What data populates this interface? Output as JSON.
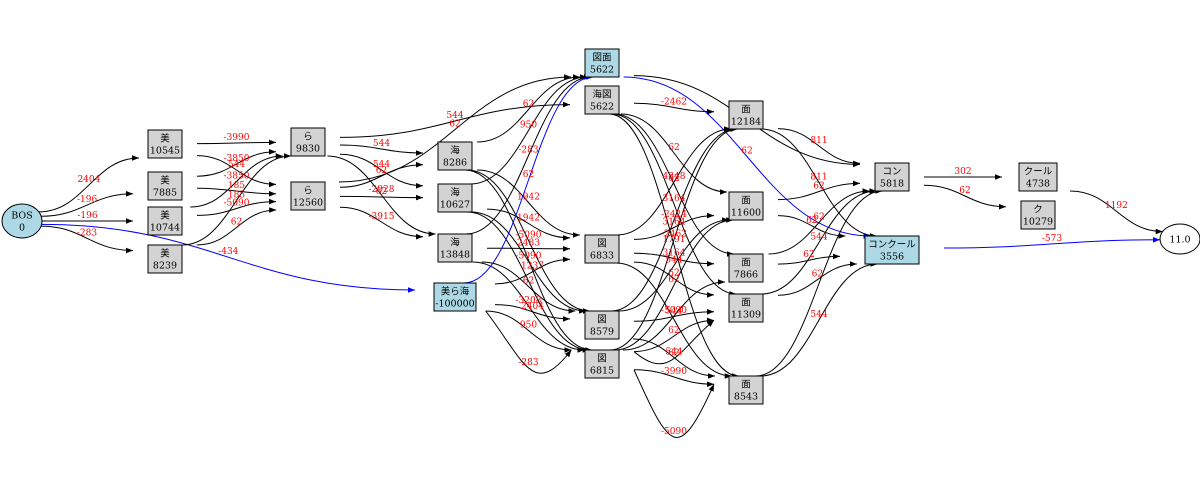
{
  "colors": {
    "box_fill": "#d3d3d3",
    "highlight_fill": "#add8e6",
    "edge": "#000000",
    "best_path": "#0000ff",
    "label": "#ff0000"
  },
  "nodes": [
    {
      "id": "bos",
      "line1": "BOS",
      "line2": "0",
      "shape": "ellipse",
      "highlight": true
    },
    {
      "id": "m1",
      "line1": "美",
      "line2": "10545",
      "shape": "box",
      "highlight": false
    },
    {
      "id": "m2",
      "line1": "美",
      "line2": "7885",
      "shape": "box",
      "highlight": false
    },
    {
      "id": "m3",
      "line1": "美",
      "line2": "10744",
      "shape": "box",
      "highlight": false
    },
    {
      "id": "m4",
      "line1": "美",
      "line2": "8239",
      "shape": "box",
      "highlight": false
    },
    {
      "id": "r1",
      "line1": "ら",
      "line2": "9830",
      "shape": "box",
      "highlight": false
    },
    {
      "id": "r2",
      "line1": "ら",
      "line2": "12560",
      "shape": "box",
      "highlight": false
    },
    {
      "id": "u1",
      "line1": "海",
      "line2": "8286",
      "shape": "box",
      "highlight": false
    },
    {
      "id": "u2",
      "line1": "海",
      "line2": "10627",
      "shape": "box",
      "highlight": false
    },
    {
      "id": "u3",
      "line1": "海",
      "line2": "13848",
      "shape": "box",
      "highlight": false
    },
    {
      "id": "mru",
      "line1": "美ら海",
      "line2": "-100000",
      "shape": "box",
      "highlight": true
    },
    {
      "id": "zm1",
      "line1": "図面",
      "line2": "5622",
      "shape": "box",
      "highlight": true
    },
    {
      "id": "kz",
      "line1": "海図",
      "line2": "5622",
      "shape": "box",
      "highlight": false
    },
    {
      "id": "z1",
      "line1": "図",
      "line2": "6833",
      "shape": "box",
      "highlight": false
    },
    {
      "id": "z2",
      "line1": "図",
      "line2": "8579",
      "shape": "box",
      "highlight": false
    },
    {
      "id": "z3",
      "line1": "図",
      "line2": "6815",
      "shape": "box",
      "highlight": false
    },
    {
      "id": "f1",
      "line1": "面",
      "line2": "12184",
      "shape": "box",
      "highlight": false
    },
    {
      "id": "f2",
      "line1": "面",
      "line2": "11600",
      "shape": "box",
      "highlight": false
    },
    {
      "id": "f3",
      "line1": "面",
      "line2": "7866",
      "shape": "box",
      "highlight": false
    },
    {
      "id": "f4",
      "line1": "面",
      "line2": "11309",
      "shape": "box",
      "highlight": false
    },
    {
      "id": "f5",
      "line1": "面",
      "line2": "8543",
      "shape": "box",
      "highlight": false
    },
    {
      "id": "kon",
      "line1": "コン",
      "line2": "5818",
      "shape": "box",
      "highlight": false
    },
    {
      "id": "kk",
      "line1": "コンクール",
      "line2": "3556",
      "shape": "box",
      "highlight": true
    },
    {
      "id": "kul",
      "line1": "クール",
      "line2": "4738",
      "shape": "box",
      "highlight": false
    },
    {
      "id": "ku",
      "line1": "ク",
      "line2": "10279",
      "shape": "box",
      "highlight": false
    },
    {
      "id": "eos",
      "line1": "11.0",
      "line2": "",
      "shape": "ellipse",
      "highlight": false
    }
  ],
  "edges": [
    {
      "from": "bos",
      "to": "m1",
      "label": "2404"
    },
    {
      "from": "bos",
      "to": "m2",
      "label": "-196"
    },
    {
      "from": "bos",
      "to": "m3",
      "label": "-196"
    },
    {
      "from": "bos",
      "to": "m4",
      "label": "-283"
    },
    {
      "from": "bos",
      "to": "mru",
      "label": "-434",
      "best": true
    },
    {
      "from": "m1",
      "to": "r1",
      "label": "-3990"
    },
    {
      "from": "m1",
      "to": "r2",
      "label": "544"
    },
    {
      "from": "m2",
      "to": "r1",
      "label": "-3850"
    },
    {
      "from": "m2",
      "to": "r2",
      "label": "185"
    },
    {
      "from": "m3",
      "to": "r1",
      "label": "-3850"
    },
    {
      "from": "m3",
      "to": "r2",
      "label": "-5090"
    },
    {
      "from": "m4",
      "to": "r1",
      "label": "185"
    },
    {
      "from": "m4",
      "to": "r2",
      "label": "62"
    },
    {
      "from": "r1",
      "to": "u1",
      "label": "544"
    },
    {
      "from": "r1",
      "to": "u2",
      "label": "544"
    },
    {
      "from": "r1",
      "to": "u3",
      "label": "-2928"
    },
    {
      "from": "r1",
      "to": "kz",
      "label": "544"
    },
    {
      "from": "r2",
      "to": "u1",
      "label": "62"
    },
    {
      "from": "r2",
      "to": "u2",
      "label": "62"
    },
    {
      "from": "r2",
      "to": "u3",
      "label": "-3915"
    },
    {
      "from": "r2",
      "to": "zm1",
      "label": "62"
    },
    {
      "from": "u1",
      "to": "zm1",
      "label": "62"
    },
    {
      "from": "u1",
      "to": "z1",
      "label": "1942"
    },
    {
      "from": "u1",
      "to": "z2",
      "label": "-5090"
    },
    {
      "from": "u1",
      "to": "z3",
      "label": ""
    },
    {
      "from": "u2",
      "to": "zm1",
      "label": "950"
    },
    {
      "from": "u2",
      "to": "z1",
      "label": "1942"
    },
    {
      "from": "u2",
      "to": "z2",
      "label": "-5090"
    },
    {
      "from": "u2",
      "to": "z3",
      "label": ""
    },
    {
      "from": "u3",
      "to": "zm1",
      "label": "-283"
    },
    {
      "from": "u3",
      "to": "z1",
      "label": "2483"
    },
    {
      "from": "u3",
      "to": "z2",
      "label": "62"
    },
    {
      "from": "u3",
      "to": "z3",
      "label": "-3208"
    },
    {
      "from": "mru",
      "to": "zm1",
      "label": "62",
      "best": true
    },
    {
      "from": "mru",
      "to": "z1",
      "label": "1237"
    },
    {
      "from": "mru",
      "to": "z2",
      "label": "2404"
    },
    {
      "from": "mru",
      "to": "z3",
      "label": "950"
    },
    {
      "from": "mru",
      "to": "z3",
      "label": "-283",
      "bend": 50
    },
    {
      "from": "zm1",
      "to": "kk",
      "label": "62",
      "best": true
    },
    {
      "from": "zm1",
      "to": "kon",
      "label": "62"
    },
    {
      "from": "kz",
      "to": "f1",
      "label": "-2462"
    },
    {
      "from": "kz",
      "to": "f2",
      "label": "62"
    },
    {
      "from": "kz",
      "to": "f3",
      "label": "62"
    },
    {
      "from": "kz",
      "to": "f4",
      "label": "3164"
    },
    {
      "from": "kz",
      "to": "f5",
      "label": "1791"
    },
    {
      "from": "z1",
      "to": "f1",
      "label": "4348"
    },
    {
      "from": "z1",
      "to": "f2",
      "label": "3164"
    },
    {
      "from": "z1",
      "to": "f3",
      "label": "3164"
    },
    {
      "from": "z1",
      "to": "f4",
      "label": "62"
    },
    {
      "from": "z1",
      "to": "f5",
      "label": ""
    },
    {
      "from": "z2",
      "to": "f1",
      "label": "-2424"
    },
    {
      "from": "z2",
      "to": "f2",
      "label": "544"
    },
    {
      "from": "z2",
      "to": "f4",
      "label": "544"
    },
    {
      "from": "z2",
      "to": "f5",
      "label": "544"
    },
    {
      "from": "z3",
      "to": "f1",
      "label": "-2462"
    },
    {
      "from": "z3",
      "to": "f2",
      "label": "62"
    },
    {
      "from": "z3",
      "to": "f4",
      "label": "62"
    },
    {
      "from": "z3",
      "to": "f3",
      "label": "-5090"
    },
    {
      "from": "z3",
      "to": "f5",
      "label": "-3990"
    },
    {
      "from": "z3",
      "to": "f5",
      "label": "-5090",
      "bend": 80
    },
    {
      "from": "z3",
      "to": "f4",
      "label": "62",
      "bend": 30
    },
    {
      "from": "f1",
      "to": "kon",
      "label": "811"
    },
    {
      "from": "f1",
      "to": "kk",
      "label": "811"
    },
    {
      "from": "f2",
      "to": "kon",
      "label": "62"
    },
    {
      "from": "f2",
      "to": "kk",
      "label": "62"
    },
    {
      "from": "f3",
      "to": "kon",
      "label": "62"
    },
    {
      "from": "f3",
      "to": "kk",
      "label": "62"
    },
    {
      "from": "f4",
      "to": "kon",
      "label": "544"
    },
    {
      "from": "f4",
      "to": "kk",
      "label": "62"
    },
    {
      "from": "f5",
      "to": "kon",
      "label": ""
    },
    {
      "from": "f5",
      "to": "kk",
      "label": "544"
    },
    {
      "from": "kon",
      "to": "kul",
      "label": "302"
    },
    {
      "from": "kon",
      "to": "ku",
      "label": "62"
    },
    {
      "from": "kul",
      "to": "eos",
      "label": "1192"
    },
    {
      "from": "kk",
      "to": "eos",
      "label": "-573",
      "best": true
    }
  ]
}
